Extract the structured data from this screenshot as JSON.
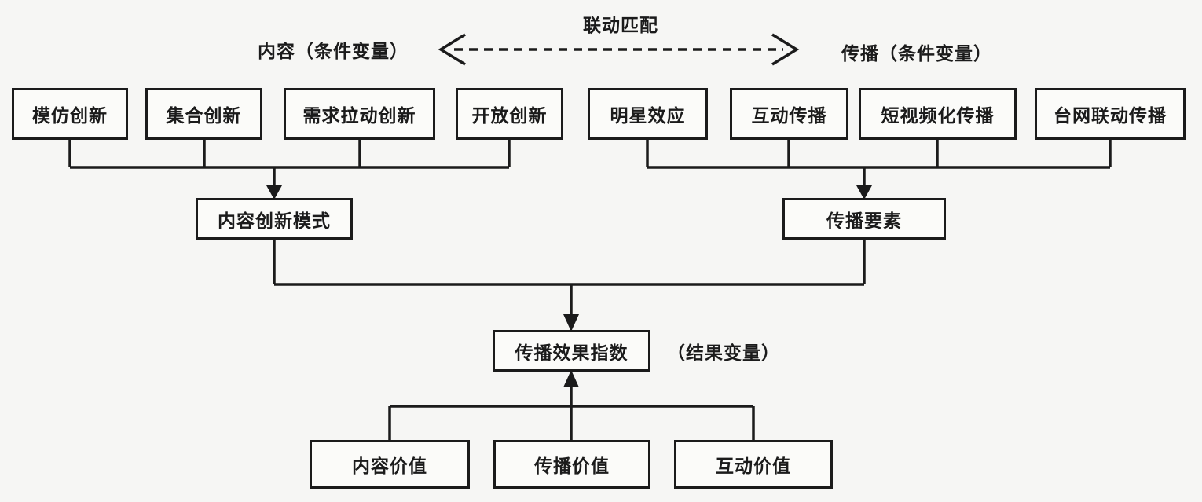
{
  "header": {
    "left_label": "内容（条件变量）",
    "match_label": "联动匹配",
    "right_label": "传播（条件变量）"
  },
  "content_factors": [
    "模仿创新",
    "集合创新",
    "需求拉动创新",
    "开放创新"
  ],
  "spread_factors": [
    "明星效应",
    "互动传播",
    "短视频化传播",
    "台网联动传播"
  ],
  "mid_nodes": {
    "content_mode": "内容创新模式",
    "spread_elements": "传播要素"
  },
  "outcome": {
    "label": "传播效果指数",
    "annotation": "（结果变量）"
  },
  "value_nodes": [
    "内容价值",
    "传播价值",
    "互动价值"
  ],
  "colors": {
    "line": "#1b1b1b",
    "background": "#f6f6f4",
    "box_fill": "#fbfbf9"
  }
}
